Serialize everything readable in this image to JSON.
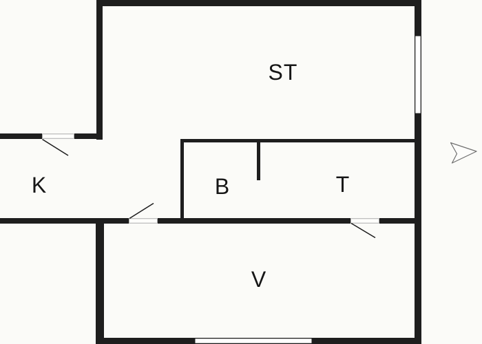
{
  "plan": {
    "title": "floor-plan",
    "rooms": [
      {
        "id": "st",
        "label": "ST"
      },
      {
        "id": "k",
        "label": "K"
      },
      {
        "id": "b",
        "label": "B"
      },
      {
        "id": "t",
        "label": "T"
      },
      {
        "id": "v",
        "label": "V"
      }
    ],
    "features": [
      {
        "name": "entrance-door-k",
        "type": "door-opening-with-swing"
      },
      {
        "name": "door-hall-to-v",
        "type": "door-opening-with-swing"
      },
      {
        "name": "door-t-to-v",
        "type": "door-opening-with-swing"
      },
      {
        "name": "window-right-wall",
        "type": "window"
      },
      {
        "name": "window-bottom-wall",
        "type": "window"
      }
    ],
    "icons": [
      {
        "name": "direction-arrow-icon",
        "meaning": "outline dart arrow pointing right (entrance direction)"
      }
    ],
    "colors": {
      "background": "#fbfbf8",
      "wall": "#1e1e1e",
      "label": "#161616",
      "arrow_stroke": "#6f6f6f",
      "window_border": "#1e1e1e",
      "threshold_border": "#9a9a9a"
    }
  }
}
